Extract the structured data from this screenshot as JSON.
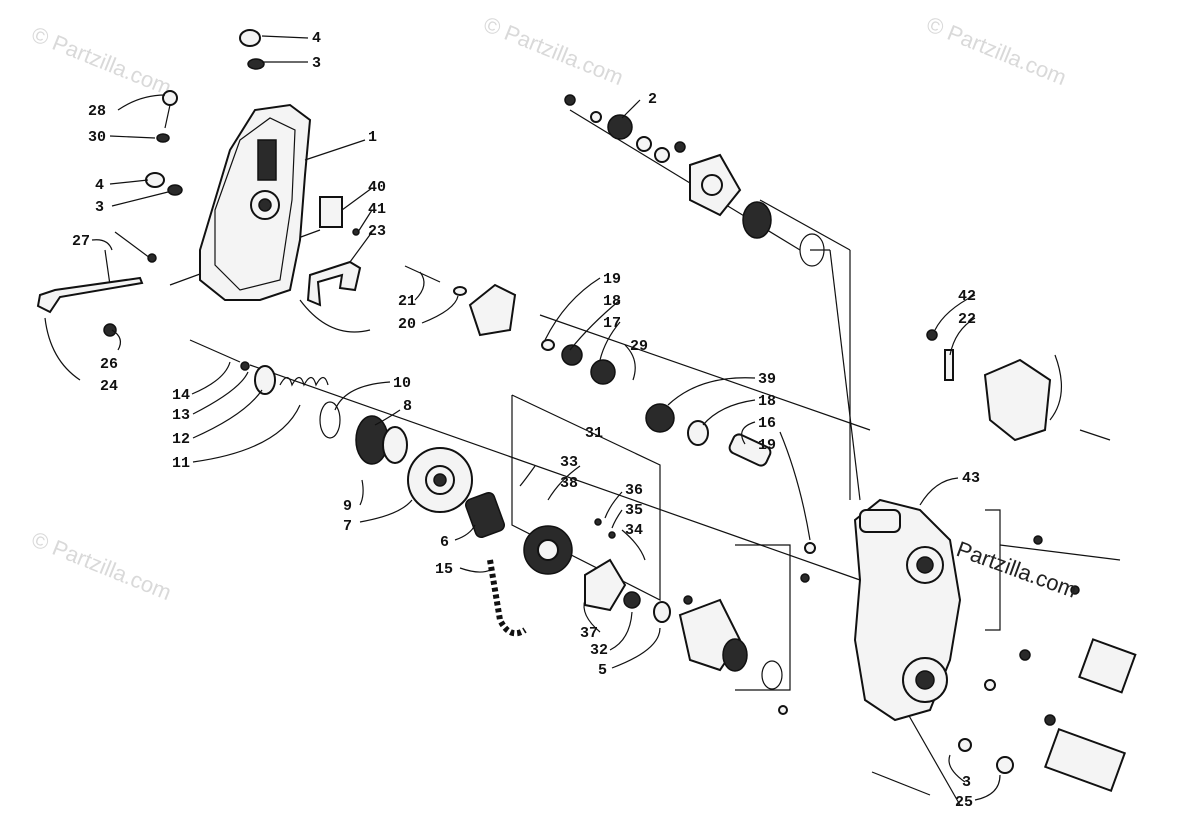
{
  "watermark_text": "© Partzilla.com",
  "brand_text": "Partzilla.com",
  "callouts": [
    {
      "id": "c4a",
      "label": "4"
    },
    {
      "id": "c3a",
      "label": "3"
    },
    {
      "id": "c28",
      "label": "28"
    },
    {
      "id": "c30",
      "label": "30"
    },
    {
      "id": "c1",
      "label": "1"
    },
    {
      "id": "c4b",
      "label": "4"
    },
    {
      "id": "c3b",
      "label": "3"
    },
    {
      "id": "c40",
      "label": "40"
    },
    {
      "id": "c41",
      "label": "41"
    },
    {
      "id": "c23",
      "label": "23"
    },
    {
      "id": "c27",
      "label": "27"
    },
    {
      "id": "c26",
      "label": "26"
    },
    {
      "id": "c24",
      "label": "24"
    },
    {
      "id": "c2",
      "label": "2"
    },
    {
      "id": "c21",
      "label": "21"
    },
    {
      "id": "c20",
      "label": "20"
    },
    {
      "id": "c19a",
      "label": "19"
    },
    {
      "id": "c18a",
      "label": "18"
    },
    {
      "id": "c17",
      "label": "17"
    },
    {
      "id": "c29",
      "label": "29"
    },
    {
      "id": "c42",
      "label": "42"
    },
    {
      "id": "c22",
      "label": "22"
    },
    {
      "id": "c14",
      "label": "14"
    },
    {
      "id": "c13",
      "label": "13"
    },
    {
      "id": "c12",
      "label": "12"
    },
    {
      "id": "c11",
      "label": "11"
    },
    {
      "id": "c10",
      "label": "10"
    },
    {
      "id": "c8",
      "label": "8"
    },
    {
      "id": "c39",
      "label": "39"
    },
    {
      "id": "c18b",
      "label": "18"
    },
    {
      "id": "c16",
      "label": "16"
    },
    {
      "id": "c19b",
      "label": "19"
    },
    {
      "id": "c31",
      "label": "31"
    },
    {
      "id": "c33",
      "label": "33"
    },
    {
      "id": "c38",
      "label": "38"
    },
    {
      "id": "c36",
      "label": "36"
    },
    {
      "id": "c35",
      "label": "35"
    },
    {
      "id": "c34",
      "label": "34"
    },
    {
      "id": "c9",
      "label": "9"
    },
    {
      "id": "c7",
      "label": "7"
    },
    {
      "id": "c6",
      "label": "6"
    },
    {
      "id": "c15",
      "label": "15"
    },
    {
      "id": "c37",
      "label": "37"
    },
    {
      "id": "c32",
      "label": "32"
    },
    {
      "id": "c5",
      "label": "5"
    },
    {
      "id": "c43",
      "label": "43"
    },
    {
      "id": "c3c",
      "label": "3"
    },
    {
      "id": "c25",
      "label": "25"
    }
  ]
}
